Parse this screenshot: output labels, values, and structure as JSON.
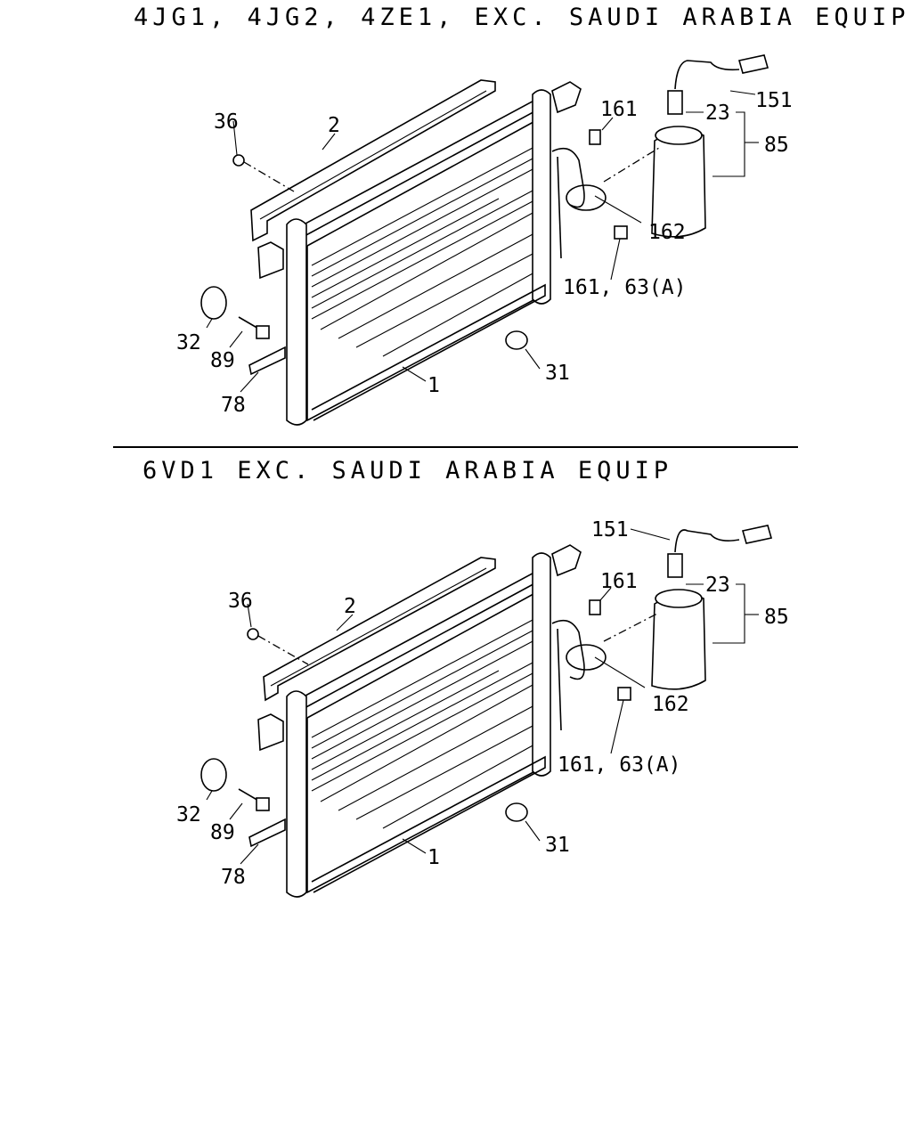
{
  "sections": [
    {
      "heading": "4JG1, 4JG2, 4ZE1, EXC. SAUDI ARABIA EQUIP",
      "callouts": {
        "c36": "36",
        "c2": "2",
        "c161a": "161",
        "c151": "151",
        "c23": "23",
        "c85": "85",
        "c162": "162",
        "c161b": "161, 63(A)",
        "c32": "32",
        "c89": "89",
        "c78": "78",
        "c1": "1",
        "c31": "31"
      }
    },
    {
      "heading": "6VD1 EXC. SAUDI ARABIA EQUIP",
      "callouts": {
        "c36": "36",
        "c2": "2",
        "c161a": "161",
        "c151": "151",
        "c23": "23",
        "c85": "85",
        "c162": "162",
        "c161b": "161, 63(A)",
        "c32": "32",
        "c89": "89",
        "c78": "78",
        "c1": "1",
        "c31": "31"
      }
    }
  ],
  "icons": {
    "drawing": "condenser-assembly-exploded-view"
  }
}
